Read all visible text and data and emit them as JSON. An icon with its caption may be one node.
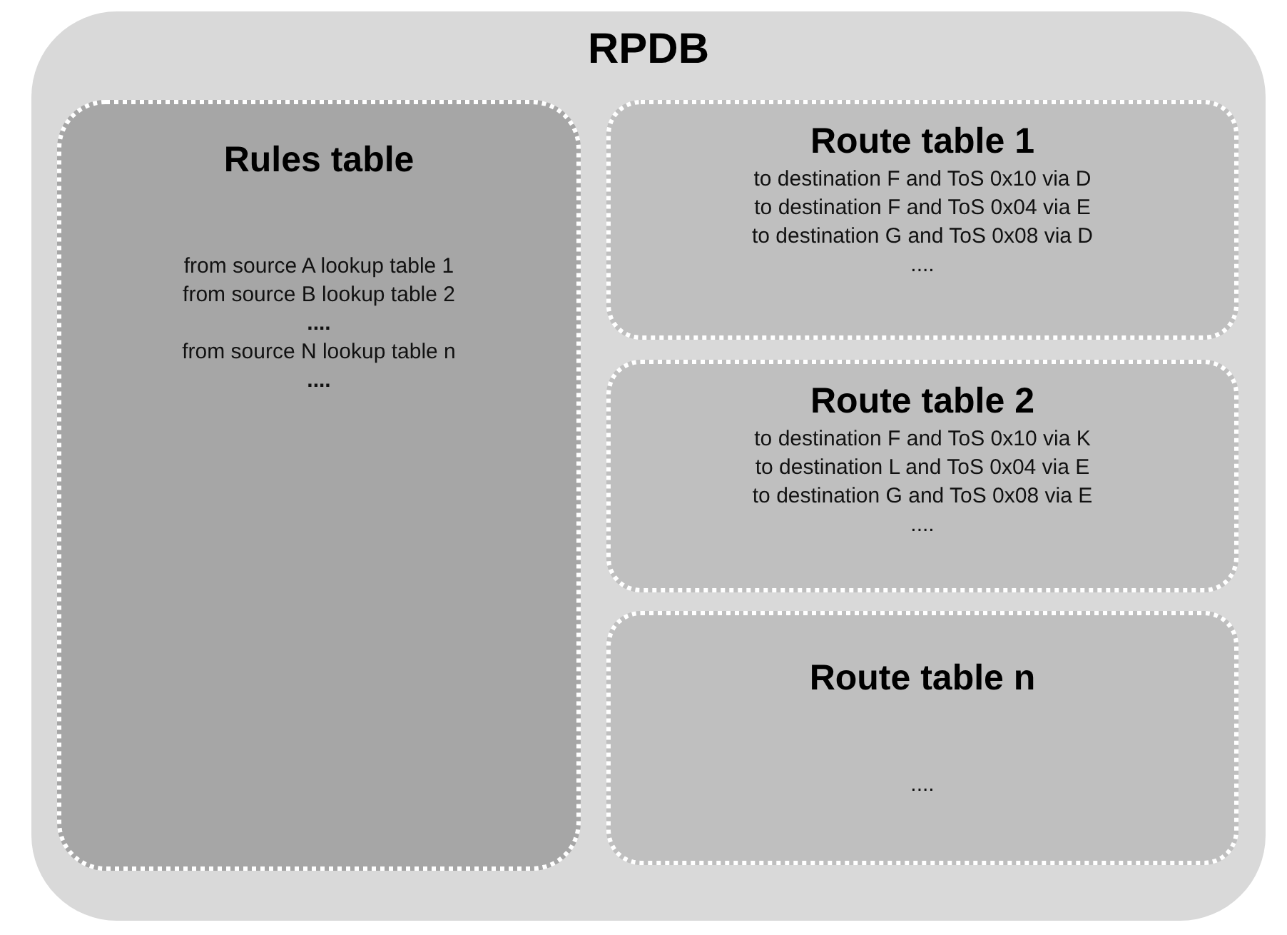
{
  "diagram": {
    "nodes": [
      {
        "text": [
          "RPDB"
        ]
      },
      {
        "text": [
          "Rules table",
          "from source A lookup table 1",
          "from source B lookup table 2",
          "**....**",
          "from source N lookup table n",
          "**....**"
        ],
        "in": 0
      },
      {
        "text": [
          "Route table 1",
          "to destination F and ToS 0x10 via D",
          "to destination F and ToS 0x04 via E",
          "to destination G and ToS 0x08 via D",
          "...."
        ],
        "in": 0
      },
      {
        "text": [
          "Route table 2",
          "to destination F and ToS 0x10 via K",
          "to destination L and ToS 0x04 via E",
          "to destination G and ToS 0x08 via E",
          "...."
        ],
        "in": 0
      },
      {
        "text": [
          "Route table n",
          "...."
        ],
        "in": 0
      }
    ]
  }
}
